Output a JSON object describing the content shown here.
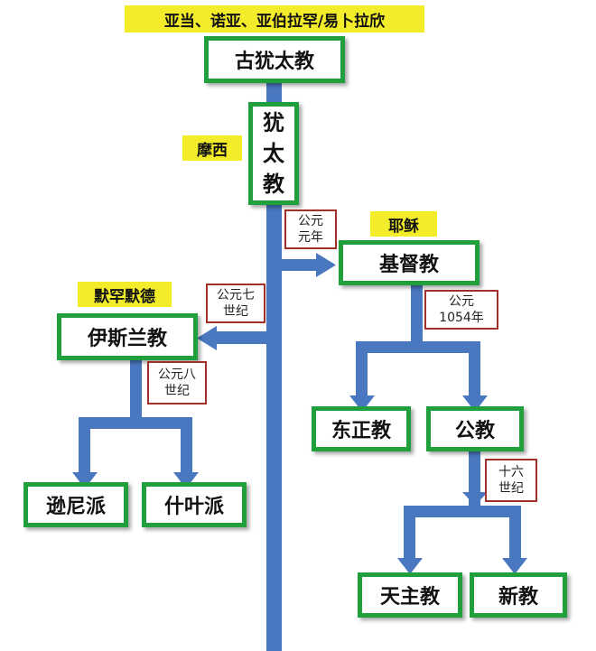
{
  "title": "亚当、诺亚、亚伯拉罕/易卜拉欣",
  "nodes": {
    "ancient_judaism": "古犹太教",
    "judaism": [
      "犹",
      "太",
      "教"
    ],
    "christianity": "基督教",
    "islam": "伊斯兰教",
    "eastern_orthodox": "东正教",
    "catholic_public": "公教",
    "sunni": "逊尼派",
    "shia": "什叶派",
    "catholicism": "天主教",
    "protestantism": "新教"
  },
  "founders": {
    "moses": "摩西",
    "jesus": "耶稣",
    "muhammad": "默罕默德"
  },
  "dates": {
    "ad1": "公元\n元年",
    "c7": "公元七\n世纪",
    "c8": "公元八\n世纪",
    "y1054": "公元\n1054年",
    "c16": "十六\n世纪"
  },
  "colors": {
    "box_border": "#1fa03c",
    "label_bg": "#f3ec2a",
    "connector": "#4a78c0",
    "note_border": "#a0302a"
  }
}
